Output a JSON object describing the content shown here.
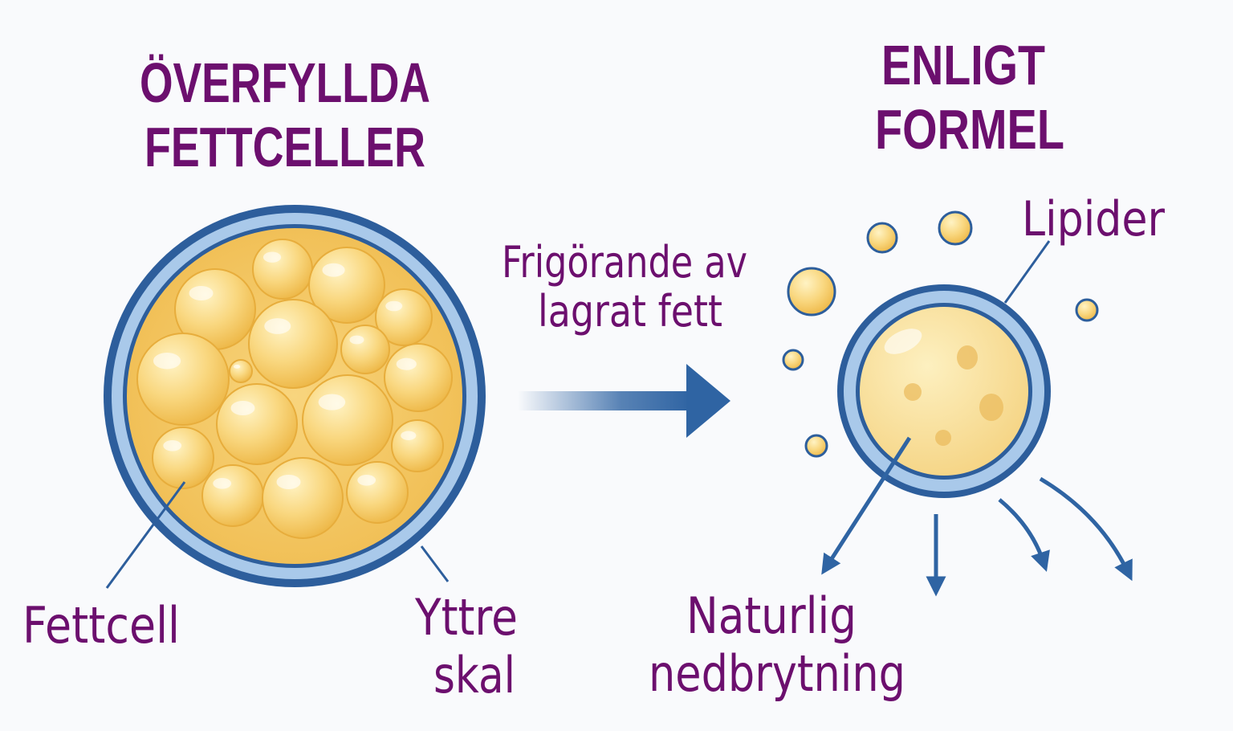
{
  "colors": {
    "text_purple": "#6c0f6e",
    "membrane_dark": "#2d5e9c",
    "membrane_light": "#a9c9ea",
    "fat_yellow": "#f7d37a",
    "arrow_blue": "#2f64a3"
  },
  "left": {
    "title_line1": "ÖVERFYLLDA",
    "title_line2": "FETTCELLER",
    "label_cell": "Fettcell",
    "label_shell_line1": "Yttre",
    "label_shell_line2": "skal"
  },
  "middle": {
    "label_line1": "Frigörande av",
    "label_line2": "lagrat fett"
  },
  "right": {
    "title_line1": "ENLIGT",
    "title_line2": "FORMEL",
    "label_lipids": "Lipider",
    "label_breakdown_line1": "Naturlig",
    "label_breakdown_line2": "nedbrytning"
  }
}
